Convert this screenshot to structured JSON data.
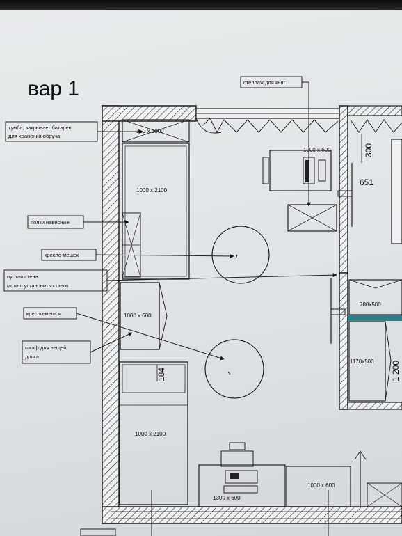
{
  "title": "вар 1",
  "callouts": {
    "tumba": [
      "тумба, закрывает батарею",
      "для хранения обруча"
    ],
    "shelves_hanging": "полки навесные",
    "beanbag_1": "кресло-мешок",
    "empty_wall": [
      "пустая стена",
      "можно установить станок"
    ],
    "beanbag_2": "кресло-мешок",
    "wardrobe": [
      "шкаф для вещей",
      "дочка"
    ],
    "bookshelf": "стеллаж для книг"
  },
  "dimensions": {
    "tumba_size": "350 x 1000",
    "bed_top": "1000 x 2100",
    "desk_top": "1000 x 600",
    "dim_300": "300",
    "dim_651": "651",
    "cabinet_right": "780x500",
    "wardrobe_left": "1000 x 600",
    "wardrobe_right": "1170x500",
    "dim_1200": "1 200",
    "dim_184": "184",
    "bed_bottom": "1000 x 2100",
    "desk_bottom_left": "1300 x 600",
    "desk_bottom_right": "1000 x 600"
  }
}
